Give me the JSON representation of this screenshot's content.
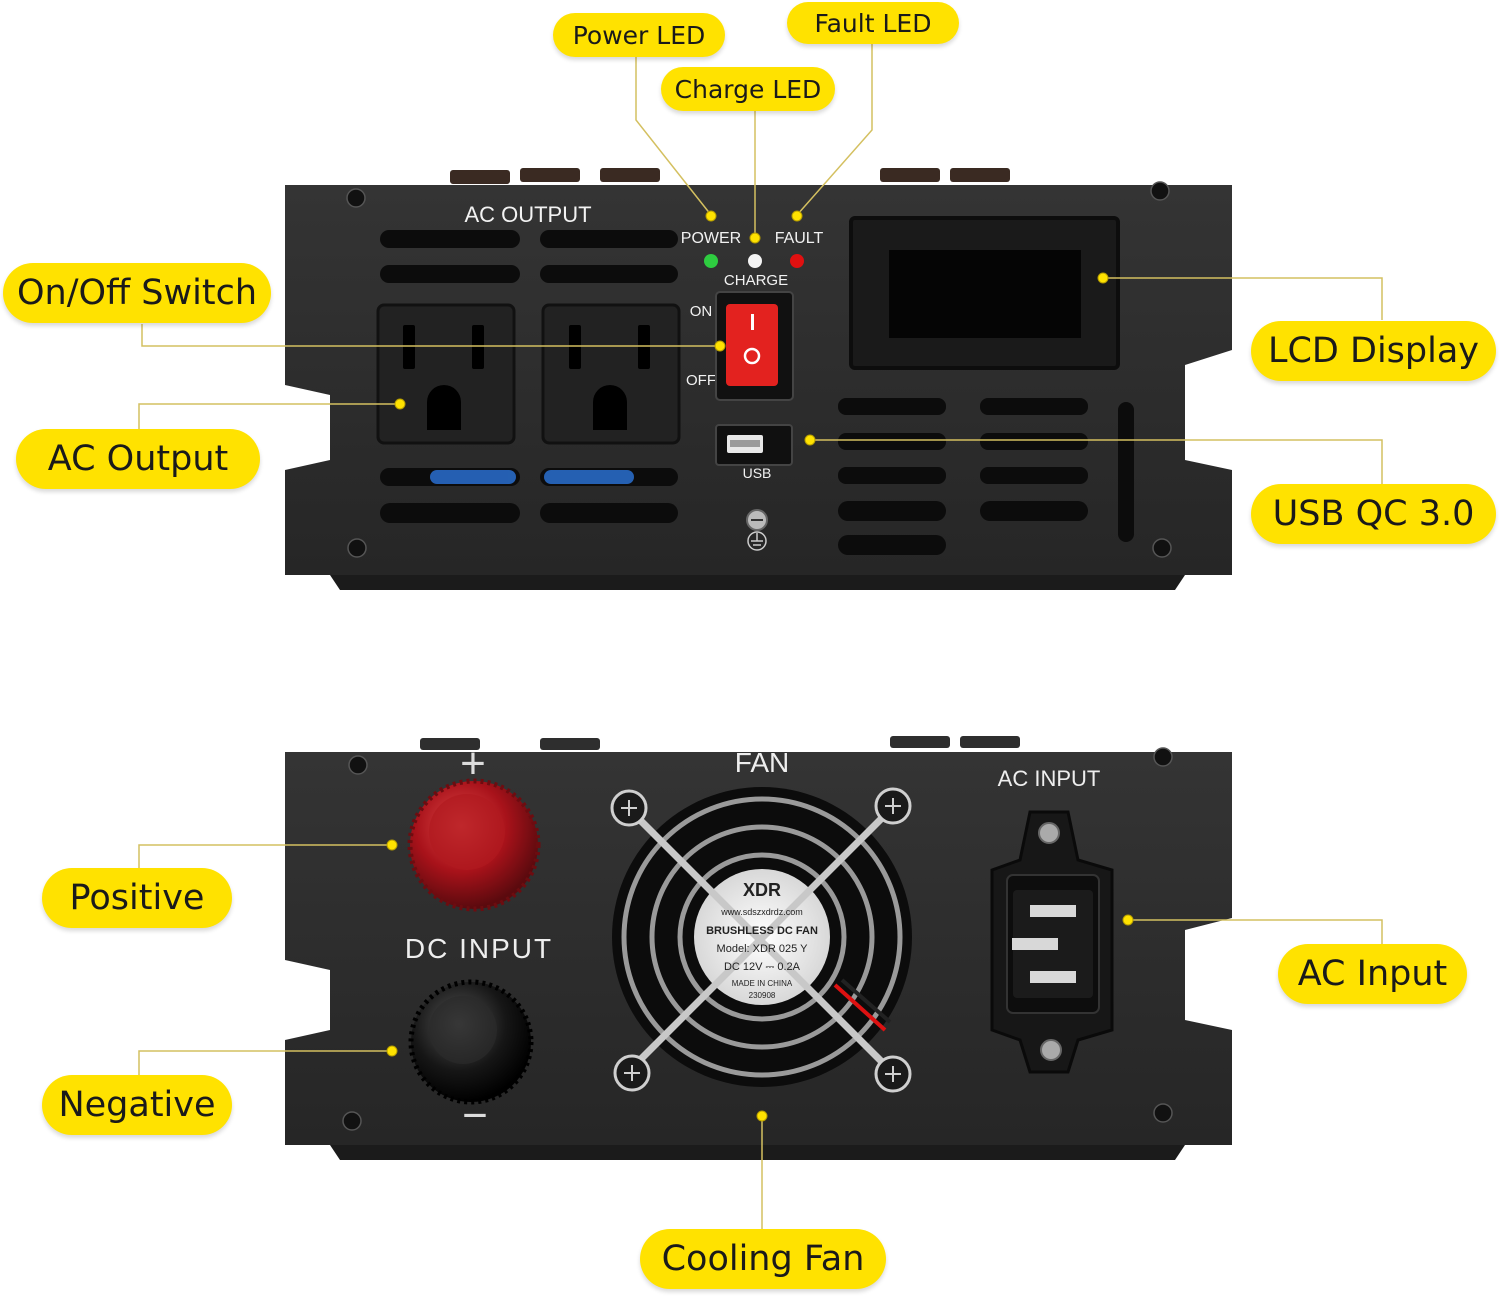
{
  "front_panel": {
    "ac_output_label": "AC OUTPUT",
    "power_led_label": "POWER",
    "charge_led_label": "CHARGE",
    "fault_led_label": "FAULT",
    "switch_on_label": "ON",
    "switch_off_label": "OFF",
    "usb_label": "USB"
  },
  "rear_panel": {
    "fan_label": "FAN",
    "ac_input_label": "AC INPUT",
    "dc_input_label": "DC INPUT",
    "positive_symbol": "+",
    "negative_symbol": "−",
    "fan_sticker": {
      "brand": "XDR",
      "url": "www.sdszxdrdz.com",
      "line1": "BRUSHLESS DC FAN",
      "line2": "Model: XDR 025 Y",
      "line3": "DC 12V ⎓ 0.2A",
      "line4": "MADE IN CHINA",
      "line5": "230908"
    }
  },
  "callouts": {
    "power_led": "Power LED",
    "charge_led": "Charge LED",
    "fault_led": "Fault LED",
    "on_off_switch": "On/Off Switch",
    "ac_output": "AC Output",
    "lcd_display": "LCD Display",
    "usb_qc": "USB QC 3.0",
    "positive": "Positive",
    "negative": "Negative",
    "ac_input": "AC Input",
    "cooling_fan": "Cooling Fan"
  },
  "colors": {
    "callout_fill": "#ffe200",
    "panel": "#2c2c2c",
    "switch_red": "#e3221f",
    "terminal_red": "#b0141a",
    "led_green": "#2ecc40",
    "led_red": "#e01010"
  }
}
